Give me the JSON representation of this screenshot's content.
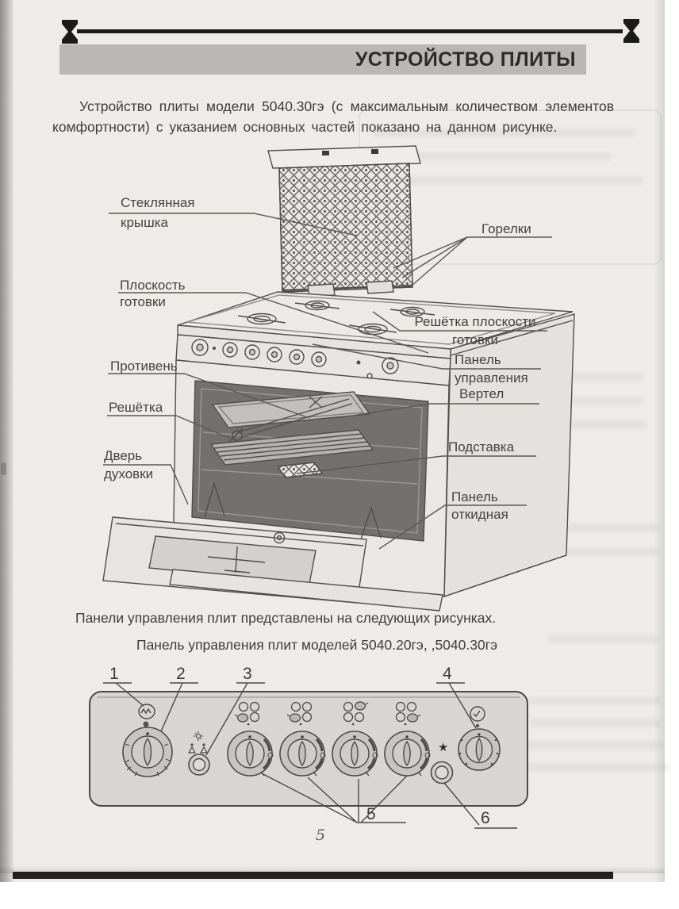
{
  "colors": {
    "paper": "#edece8",
    "banner": "#b9b8b4",
    "ink": "#3f3e3b",
    "rule": "#1b1b1a"
  },
  "header": {
    "title": "УСТРОЙСТВО ПЛИТЫ"
  },
  "intro": "Устройство плиты модели 5040.30гэ (с максимальным количеством элементов комфортности) с указанием основных частей показано на данном рисунке.",
  "figure_stove": {
    "labels": {
      "glass_lid_1": "Стеклянная",
      "glass_lid_2": "крышка",
      "burners": "Горелки",
      "cook_surface_1": "Плоскость",
      "cook_surface_2": "готовки",
      "surface_grate_1": "Решётка плоскости",
      "surface_grate_2": "готовки",
      "control_panel_1": "Панель",
      "control_panel_2": "управления",
      "spit": "Вертел",
      "tray": "Противень",
      "oven_grate": "Решётка",
      "oven_door_1": "Дверь",
      "oven_door_2": "духовки",
      "stand": "Подставка",
      "folding_panel_1": "Панель",
      "folding_panel_2": "откидная"
    }
  },
  "caption_panels": "Панели управления плит представлены на следующих рисунках.",
  "caption_models": "Панель управления плит  моделей 5040.20гэ, ,5040.30гэ",
  "panel_diagram": {
    "callouts": {
      "c1": "1",
      "c2": "2",
      "c3": "3",
      "c4": "4",
      "c5": "5",
      "c6": "6"
    },
    "star": "★"
  },
  "page_number": "5"
}
